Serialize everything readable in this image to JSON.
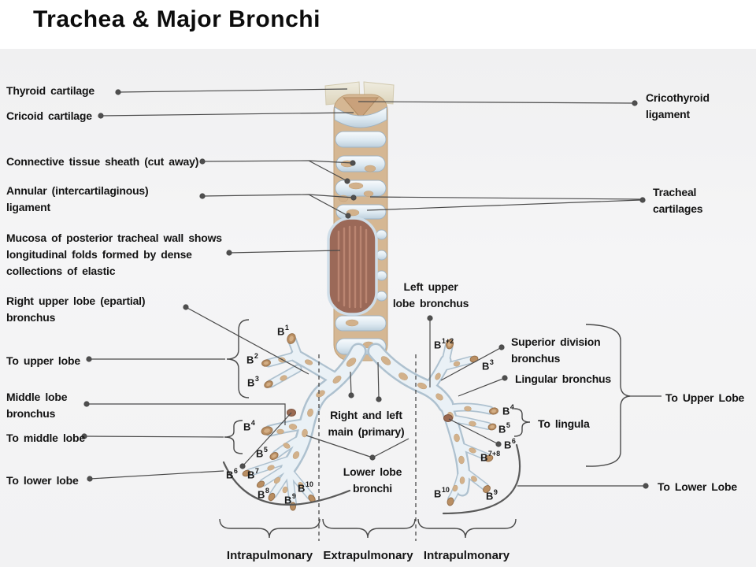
{
  "title": "Trachea & Major Bronchi",
  "colors": {
    "background_panel": "#f2f2f3",
    "leader_line": "#4a4a4a",
    "cartilage_blue": "#e8f0f6",
    "cartilage_outline": "#a3b8c8",
    "tissue_tan": "#d5b793",
    "blob_tan": "#d2b18b",
    "mucosa_brown": "#9b6958",
    "mucosa_stripe": "#c08a76",
    "thyroid_beige": "#e9e5d6",
    "tip_brown": "#b98e62"
  },
  "annotations": {
    "thyroid": {
      "text": "Thyroid cartilage"
    },
    "cricoid": {
      "text": "Cricoid cartilage"
    },
    "connective": {
      "text": "Connective tissue sheath (cut away)"
    },
    "annular": {
      "l1": "Annular (intercartilaginous)",
      "l2": "ligament"
    },
    "mucosa": {
      "l1": "Mucosa of posterior tracheal wall shows",
      "l2": "longitudinal folds formed by dense",
      "l3": "collections of elastic"
    },
    "rul": {
      "l1": "Right upper lobe (epartial)",
      "l2": "bronchus"
    },
    "to_upper_lobe": {
      "text": "To upper lobe"
    },
    "middle_lobe": {
      "l1": "Middle lobe",
      "l2": "bronchus"
    },
    "to_middle_lobe": {
      "text": "To middle lobe"
    },
    "to_lower_lobe": {
      "text": "To lower lobe"
    },
    "cricothyroid": {
      "l1": "Cricothyroid",
      "l2": "ligament"
    },
    "tracheal_cartilages": {
      "l1": "Tracheal",
      "l2": "cartilages"
    },
    "lul": {
      "l1": "Left upper",
      "l2": "lobe bronchus"
    },
    "superior_division": {
      "l1": "Superior division",
      "l2": "bronchus"
    },
    "lingular": {
      "text": "Lingular bronchus"
    },
    "to_upper_lobe_right": {
      "text": "To Upper Lobe"
    },
    "to_lingula": {
      "text": "To lingula"
    },
    "to_lower_lobe_right": {
      "text": "To Lower Lobe"
    },
    "main_bronchi": {
      "l1": "Right and left",
      "l2": "main (primary)"
    },
    "lower_lobe_bronchi": {
      "l1": "Lower lobe",
      "l2": "bronchi"
    },
    "zones": {
      "left": "Intrapulmonary",
      "center": "Extrapulmonary",
      "right": "Intrapulmonary"
    }
  },
  "segments": {
    "right_lung": [
      {
        "base": "B",
        "sup": "1"
      },
      {
        "base": "B",
        "sup": "2"
      },
      {
        "base": "B",
        "sup": "3"
      },
      {
        "base": "B",
        "sup": "4"
      },
      {
        "base": "B",
        "sup": "5"
      },
      {
        "base": "B",
        "sup": "6"
      },
      {
        "base": "B",
        "sup": "7"
      },
      {
        "base": "B",
        "sup": "8"
      },
      {
        "base": "B",
        "sup": "9"
      },
      {
        "base": "B",
        "sup": "10"
      }
    ],
    "left_lung": [
      {
        "base": "B",
        "sup": "1+2"
      },
      {
        "base": "B",
        "sup": "3"
      },
      {
        "base": "B",
        "sup": "4"
      },
      {
        "base": "B",
        "sup": "5"
      },
      {
        "base": "B",
        "sup": "6"
      },
      {
        "base": "B",
        "sup": "7+8"
      },
      {
        "base": "B",
        "sup": "10"
      },
      {
        "base": "B",
        "sup": "9"
      }
    ]
  }
}
